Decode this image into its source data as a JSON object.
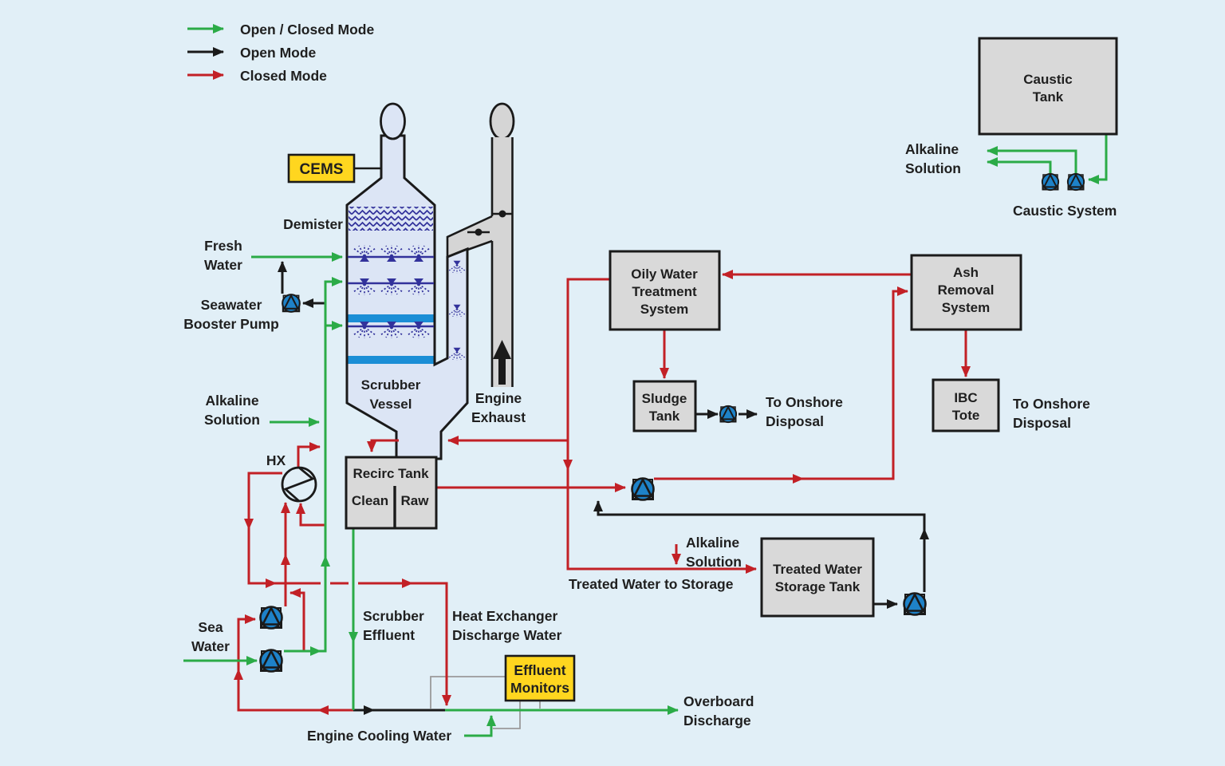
{
  "colors": {
    "background": "#e1eff7",
    "open_closed_mode_line": "#2bab47",
    "open_mode_line": "#1a1a1a",
    "closed_mode_line": "#c22026",
    "equipment_box_fill": "#d9d9d9",
    "highlight_box_fill": "#ffd61f",
    "pump_fill": "#1e82c8",
    "spray_navy": "#32329b",
    "vessel_fill": "#dce5f5",
    "duct_fill": "#d5d5d5",
    "water_band": "#1b8ed6",
    "sample_line_grey": "#9a9a9a"
  },
  "legend": {
    "items": [
      {
        "label": "Open / Closed Mode",
        "color": "#2bab47"
      },
      {
        "label": "Open Mode",
        "color": "#1a1a1a"
      },
      {
        "label": "Closed Mode",
        "color": "#c22026"
      }
    ]
  },
  "equipment": {
    "cems": "CEMS",
    "demister": "Demister",
    "scrubber_vessel": [
      "Scrubber",
      "Vessel"
    ],
    "engine_exhaust": [
      "Engine",
      "Exhaust"
    ],
    "hx": "HX",
    "seawater_booster_pump": [
      "Seawater",
      "Booster Pump"
    ],
    "recirc_tank": {
      "title": "Recirc Tank",
      "left": "Clean",
      "right": "Raw"
    },
    "effluent_monitors": [
      "Effluent",
      "Monitors"
    ],
    "oily_water_treatment": [
      "Oily Water",
      "Treatment",
      "System"
    ],
    "sludge_tank": [
      "Sludge",
      "Tank"
    ],
    "ash_removal": [
      "Ash",
      "Removal",
      "System"
    ],
    "ibc_tote": [
      "IBC",
      "Tote"
    ],
    "caustic_tank": [
      "Caustic",
      "Tank"
    ],
    "caustic_system": "Caustic System",
    "treated_water_storage": [
      "Treated Water",
      "Storage Tank"
    ]
  },
  "streams": {
    "fresh_water": [
      "Fresh",
      "Water"
    ],
    "alkaline_solution_left": [
      "Alkaline",
      "Solution"
    ],
    "sea_water": [
      "Sea",
      "Water"
    ],
    "scrubber_effluent": [
      "Scrubber",
      "Effluent"
    ],
    "hx_discharge_water": [
      "Heat Exchanger",
      "Discharge Water"
    ],
    "engine_cooling_water": "Engine Cooling Water",
    "overboard_discharge": [
      "Overboard",
      "Discharge"
    ],
    "onshore_disposal_sludge": [
      "To Onshore",
      "Disposal"
    ],
    "onshore_disposal_ash": [
      "To Onshore",
      "Disposal"
    ],
    "alkaline_solution_top": [
      "Alkaline",
      "Solution"
    ],
    "alkaline_solution_storage": [
      "Alkaline",
      "Solution"
    ],
    "treated_water_to_storage": "Treated Water to Storage"
  }
}
